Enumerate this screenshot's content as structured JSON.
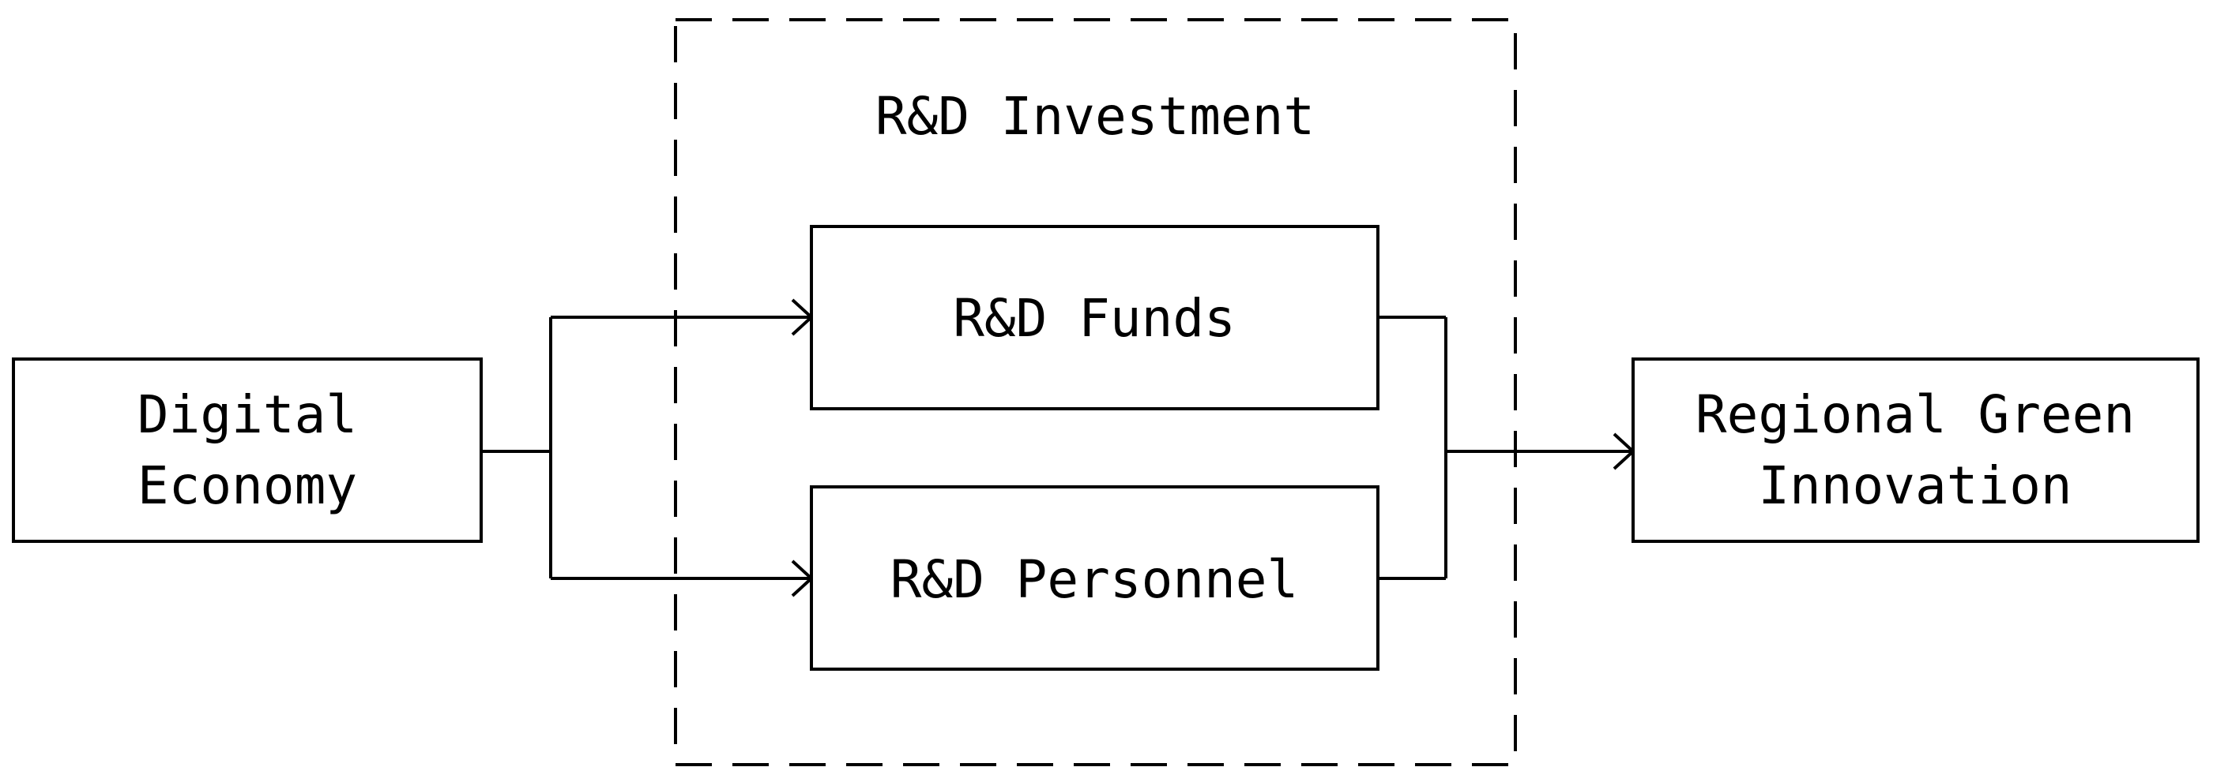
{
  "group": {
    "title": "R&D Investment"
  },
  "nodes": {
    "digital_economy": {
      "line1": "Digital",
      "line2": "Economy"
    },
    "rd_funds": {
      "label": "R&D Funds"
    },
    "rd_personnel": {
      "label": "R&D Personnel"
    },
    "regional_green_innovation": {
      "line1": "Regional Green",
      "line2": "Innovation"
    }
  }
}
